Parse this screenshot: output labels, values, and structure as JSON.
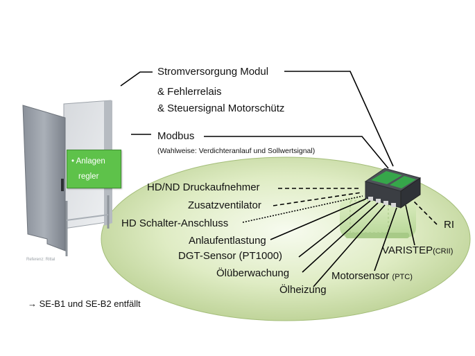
{
  "labels": {
    "stromversorgung": "Stromversorgung Modul",
    "fehlerrelais": "& Fehlerrelais",
    "steuersignal": "& Steuersignal Motorschütz",
    "modbus": "Modbus",
    "modbus_note": "(Wahlweise: Verdichteranlauf und Sollwertsignal)",
    "hd_nd": "HD/ND Druckaufnehmer",
    "zusatzventilator": "Zusatzventilator",
    "hd_schalter": "HD Schalter-Anschluss",
    "anlaufentlastung": "Anlaufentlastung",
    "dgt_sensor": "DGT-Sensor (PT1000)",
    "oelueberwachung": "Ölüberwachung",
    "oelheizung": "Ölheizung",
    "motorsensor": "Motorsensor",
    "motorsensor_suffix": "(PTC)",
    "varistep": "VARISTEP",
    "varistep_suffix": "(CRII)",
    "ri": "RI"
  },
  "cabinet": {
    "bullet": "• Anlagen",
    "line2": "regler",
    "reference": "Referenz: Rittal"
  },
  "footer": {
    "note": "→ SE-B1 und SE-B2 entfällt"
  }
}
